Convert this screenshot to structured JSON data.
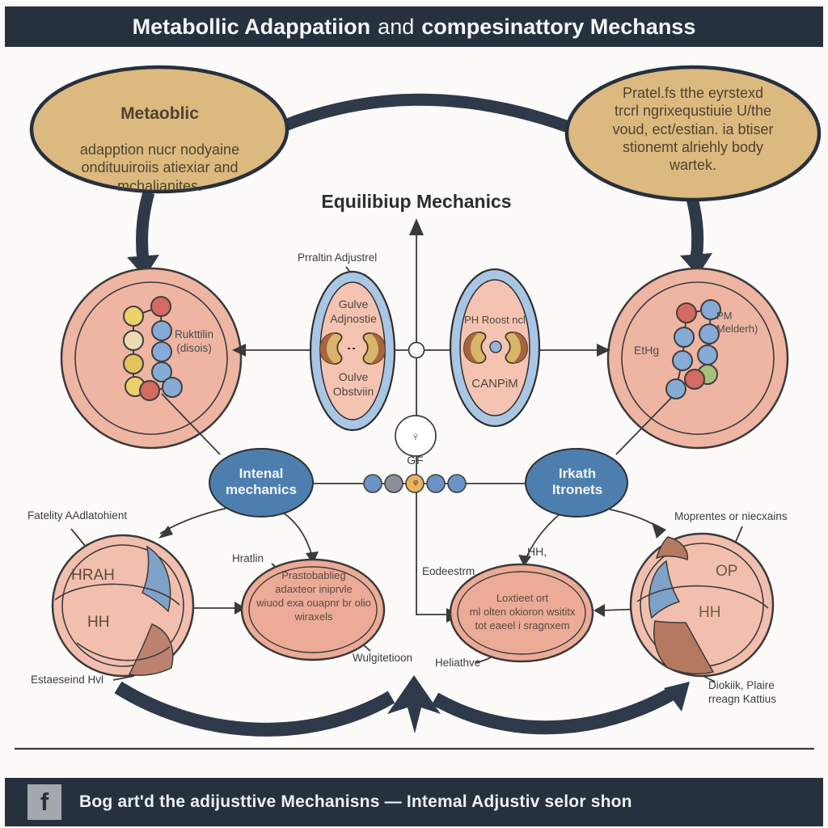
{
  "colors": {
    "banner": "#27303d",
    "bubble_fill": "#dcb97f",
    "cell_fill": "#eeb5a3",
    "organ_ring": "#a9c6e4",
    "organ_fill": "#f4c3b2",
    "node_fill": "#4d7fae",
    "ellipse_fill": "#ecab97",
    "arrow_dark": "#2e3a4a",
    "thin_line": "#3a3a3a",
    "kidney": "#d9b56b",
    "kidney_cap": "#a8643c",
    "wedge_blue": "#7fa3c8",
    "wedge_brown": "#bf8270"
  },
  "banner": {
    "title_1": "Metabollic Adappatiion",
    "title_2": "and",
    "title_3": "compesinattory Mechanss"
  },
  "footer": {
    "icon_glyph": "f",
    "caption": "Bog art'd the adijusttive Mechanisns  —  Intemal Adjustiv selor shon"
  },
  "diagram": {
    "center_title": "Equilibiup Mechanics",
    "bubble_top_left": {
      "heading": "Metaoblic",
      "body": "adapption nucr nodyaine\nondituuiroiis atiexiar and\nmchalianites."
    },
    "bubble_top_right": {
      "body": "Pratel.fs tthe eyrstexd\ntrcrl ngrixequstiuie U/the\nvoud, ect/estian. ia btiser\nstionemt alriehly body\nwartek."
    },
    "cell_left": {
      "label": "Rukttilin\n(disois)"
    },
    "cell_right": {
      "label_side": "EtHg",
      "label_note": "PM\nMelderh)"
    },
    "organ_left": {
      "top": "Gulve\nAdjnostie",
      "bottom": "Oulve\nObstviin"
    },
    "organ_right": {
      "top": "PH Roost ncl",
      "bottom": "CANPiM"
    },
    "hub": {
      "top": "Ÿ",
      "label": "GF",
      "bottom": "φ"
    },
    "node_left": {
      "label": "Intenal\nmechanics"
    },
    "node_right": {
      "label": "Irkath\nItronets"
    },
    "label_protein": "Prraltin Adjustrel",
    "label_fatelity": "Fatelity AAdlatohient",
    "label_estaeseind": "Estaeseind Hvl",
    "label_hratlin": "Hratlin",
    "label_wulgite": "Wulgitetioon",
    "label_eodeestrm": "Eodeestrm",
    "label_hh_small": "HH,",
    "label_heliathve": "Heliathve",
    "label_moprentes": "Moprentes or niecxains",
    "label_diokiik": "Diokiik, Plaire\nrreagn Kattius",
    "organelle_left": {
      "t1": "HRAH",
      "t2": "HH"
    },
    "organelle_right": {
      "t1": "OP",
      "t2": "HH"
    },
    "ellipse_bottom_left": {
      "body": "Prastobablieg\nadaxteor iniprvle\nwiuod exa ouapnr br olio\nwiraxels"
    },
    "ellipse_bottom_right": {
      "body": "Loxtieet ort\nml olten okioron wsititx\ntot eaeel i sragnxem"
    },
    "beads_row": [
      "#6b93c4",
      "#8a9099",
      "#e8b45e",
      "#6b93c4",
      "#6b93c4"
    ]
  }
}
